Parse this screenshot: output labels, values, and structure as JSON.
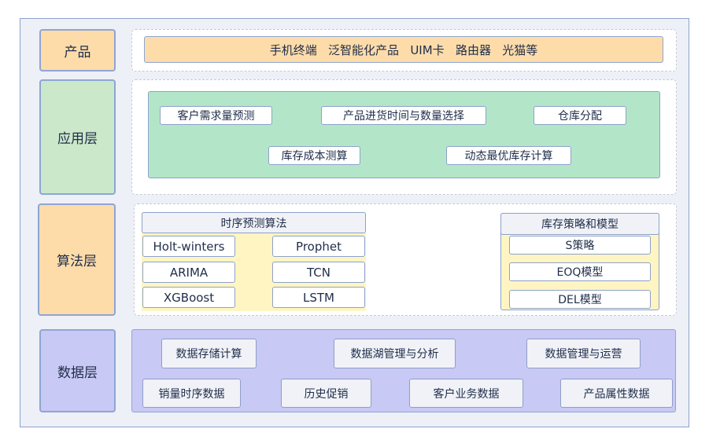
{
  "layers": {
    "product": "产品",
    "application": "应用层",
    "algorithm": "算法层",
    "data": "数据层"
  },
  "product_row": {
    "text": "手机终端   泛智能化产品   UIM卡   路由器   光猫等"
  },
  "application": {
    "items": [
      "客户需求量预测",
      "产品进货时间与数量选择",
      "仓库分配",
      "库存成本测算",
      "动态最优库存计算"
    ]
  },
  "algorithm": {
    "time_series": {
      "title": "时序预测算法",
      "items": [
        "Holt-winters",
        "Prophet",
        "ARIMA",
        "TCN",
        "XGBoost",
        "LSTM"
      ]
    },
    "inventory": {
      "title": "库存策略和模型",
      "items": [
        "S策略",
        "EOQ模型",
        "DEL模型"
      ]
    }
  },
  "data_layer": {
    "items": [
      "数据存储计算",
      "数据湖管理与分析",
      "数据管理与运营",
      "销量时序数据",
      "历史促销",
      "客户业务数据",
      "产品属性数据"
    ]
  },
  "colors": {
    "product": "#fddcaa",
    "application_layer": "#cbe8cb",
    "application_panel": "#b3e6c8",
    "algorithm": "#fddcaa",
    "algorithm_panel": "#fef5c3",
    "data": "#c9c9f5",
    "border": "#8ea6d2"
  }
}
